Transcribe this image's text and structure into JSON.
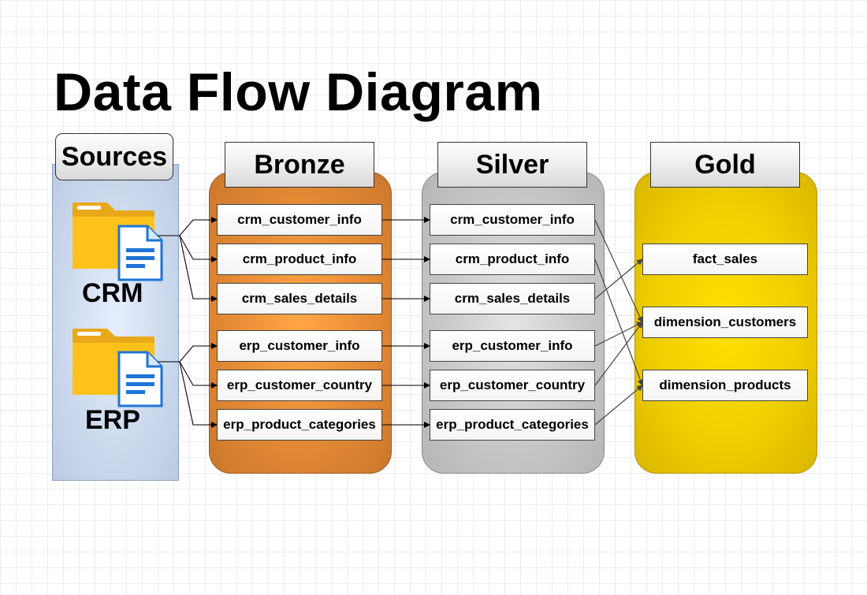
{
  "title": "Data Flow Diagram",
  "sources": {
    "header": "Sources",
    "systems": [
      {
        "id": "crm",
        "label": "CRM",
        "icon": "folder-document-icon"
      },
      {
        "id": "erp",
        "label": "ERP",
        "icon": "folder-document-icon"
      }
    ]
  },
  "layers": [
    {
      "id": "bronze",
      "header": "Bronze",
      "color": "#e88d36",
      "nodes": [
        "crm_customer_info",
        "crm_product_info",
        "crm_sales_details",
        "erp_customer_info",
        "erp_customer_country",
        "erp_product_categories"
      ]
    },
    {
      "id": "silver",
      "header": "Silver",
      "color": "#c8c8c8",
      "nodes": [
        "crm_customer_info",
        "crm_product_info",
        "crm_sales_details",
        "erp_customer_info",
        "erp_customer_country",
        "erp_product_categories"
      ]
    },
    {
      "id": "gold",
      "header": "Gold",
      "color": "#f0cf00",
      "nodes": [
        "fact_sales",
        "dimension_customers",
        "dimension_products"
      ]
    }
  ],
  "edges": [
    {
      "from": "source:crm",
      "to": "bronze:0"
    },
    {
      "from": "source:crm",
      "to": "bronze:1"
    },
    {
      "from": "source:crm",
      "to": "bronze:2"
    },
    {
      "from": "source:erp",
      "to": "bronze:3"
    },
    {
      "from": "source:erp",
      "to": "bronze:4"
    },
    {
      "from": "source:erp",
      "to": "bronze:5"
    },
    {
      "from": "bronze:0",
      "to": "silver:0"
    },
    {
      "from": "bronze:1",
      "to": "silver:1"
    },
    {
      "from": "bronze:2",
      "to": "silver:2"
    },
    {
      "from": "bronze:3",
      "to": "silver:3"
    },
    {
      "from": "bronze:4",
      "to": "silver:4"
    },
    {
      "from": "bronze:5",
      "to": "silver:5"
    },
    {
      "from": "silver:0",
      "to": "gold:1"
    },
    {
      "from": "silver:1",
      "to": "gold:2"
    },
    {
      "from": "silver:2",
      "to": "gold:0"
    },
    {
      "from": "silver:3",
      "to": "gold:1"
    },
    {
      "from": "silver:4",
      "to": "gold:1"
    },
    {
      "from": "silver:5",
      "to": "gold:2"
    }
  ]
}
